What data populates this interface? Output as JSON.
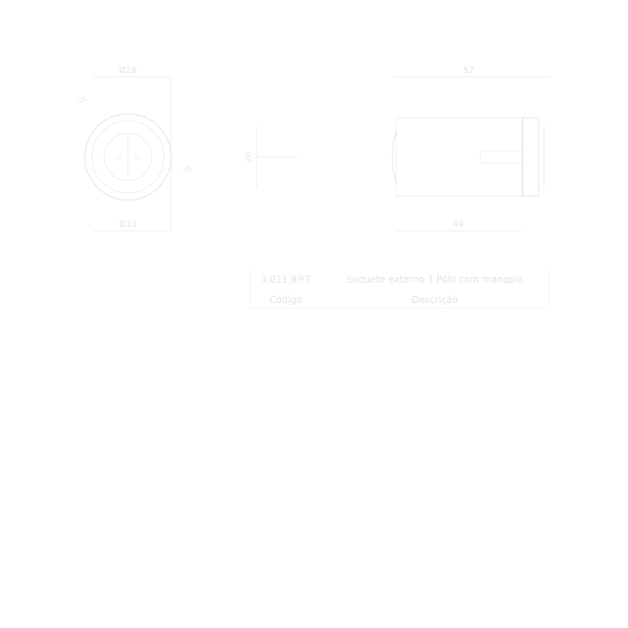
{
  "dimensions": {
    "front_top": "Ø26",
    "front_bottom": "Ø33",
    "side_height": "20",
    "side_top": "57",
    "side_bottom": "49",
    "angle_left": "//",
    "angle_right": "//"
  },
  "title_block": {
    "code_value": "3.011.9/FT",
    "code_label": "Código",
    "description_value": "Soquete externo 1 Pólo com manopla",
    "description_label": "Descrição"
  },
  "colors": {
    "line": "#ececec",
    "text": "#e2e2e2"
  }
}
